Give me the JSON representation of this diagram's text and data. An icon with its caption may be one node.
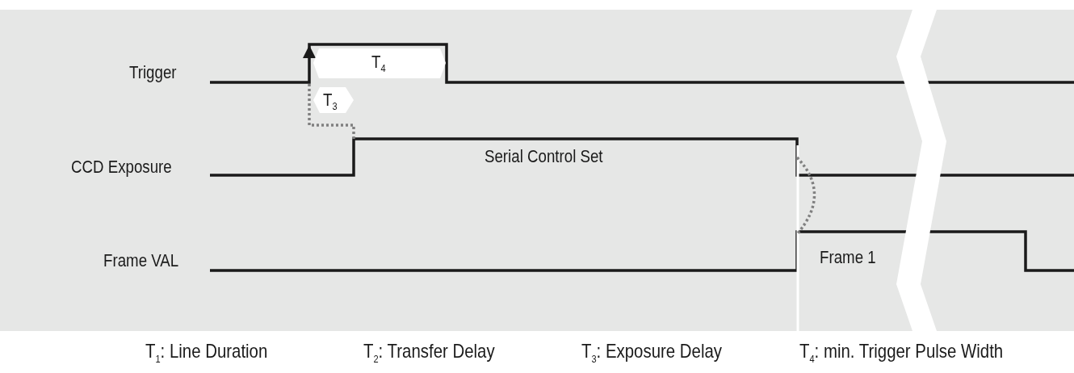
{
  "diagram": {
    "labels": [
      "Trigger",
      "T$_{4}$",
      "T$_{3}$",
      "CCD Exposure",
      "Serial Control Set",
      "Frame VAL",
      "Frame 1",
      "T$_{1}$: Line Duration",
      "T$_{2}$: Transfer Delay",
      "T$_{3}$:  Exposure Delay",
      "T$_{4}$: min. Trigger Pulse Width"
    ]
  }
}
